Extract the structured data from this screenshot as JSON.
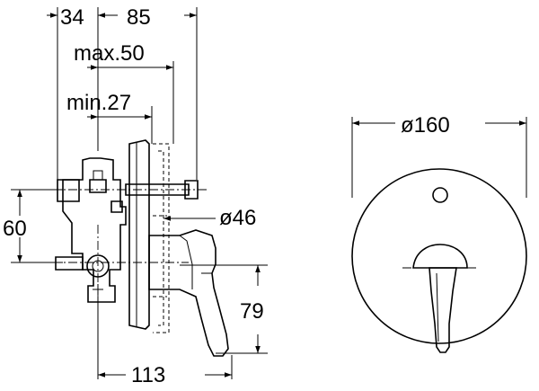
{
  "dimensions": {
    "depth_left": "34",
    "depth_right": "85",
    "max_depth": "max.50",
    "min_depth": "min.27",
    "outlet_diameter": "ø46",
    "plate_diameter": "ø160",
    "inlet_height": "60",
    "handle_height": "79",
    "overall_length": "113"
  }
}
